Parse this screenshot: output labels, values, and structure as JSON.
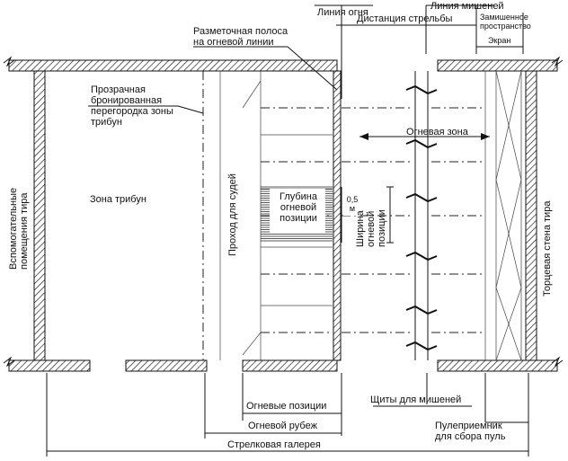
{
  "labels": {
    "marking_strip": "Разметочная полоса\nна огневой линии",
    "fire_line": "Линия огня",
    "target_line": "Линия мишеней",
    "shooting_distance": "Дистанция стрельбы",
    "behind_target_space": "Замишенное\nпространство",
    "screen": "Экран",
    "transparent_partition": "Прозрачная\nбронированная\nперегородка зоны\nтрибун",
    "fire_zone": "Огневая зона",
    "aux_rooms": "Вспомогательные\nпомещения тира",
    "stands_zone": "Зона трибун",
    "judges_passage": "Проход для судей",
    "position_depth": "Глубина\nогневой\nпозиции",
    "strip_width": "0,5\nм",
    "position_width": "Ширина\nогневой\nпозиции",
    "end_wall": "Торцевая стена тира",
    "fire_positions": "Огневые позиции",
    "target_shields": "Щиты для мишеней",
    "fire_boundary": "Огневой рубеж",
    "bullet_trap": "Пулеприемник\nдля сбора пуль",
    "shooting_gallery": "Стрелковая галерея"
  }
}
